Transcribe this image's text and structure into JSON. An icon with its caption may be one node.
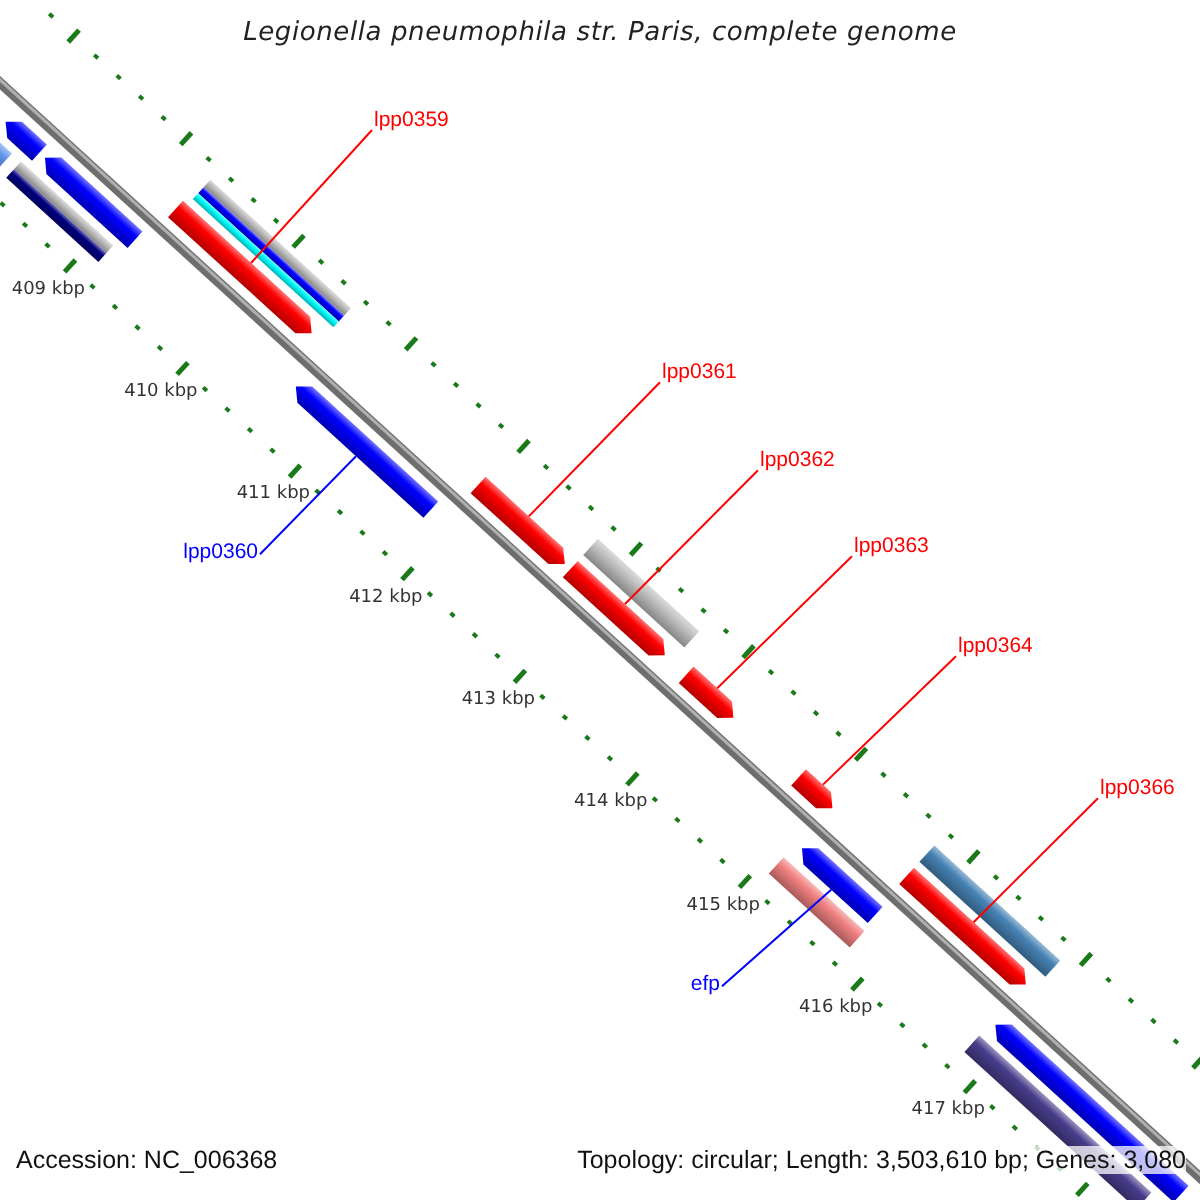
{
  "diagram": {
    "title": "Legionella pneumophila str. Paris, complete genome",
    "nodes": [
      {
        "text": [
          "lpp0359"
        ]
      },
      {
        "text": [],
        "shape": "arrow"
      },
      {
        "text": [
          "lpp0361"
        ]
      },
      {
        "text": [],
        "shape": "arrow"
      },
      {
        "text": [
          "lpp0362"
        ]
      },
      {
        "text": [],
        "shape": "arrow"
      },
      {
        "text": [
          "lpp0360"
        ]
      },
      {
        "text": [],
        "shape": "arrow"
      },
      {
        "text": [
          "lpp0363"
        ]
      },
      {
        "text": [],
        "shape": "arrow"
      },
      {
        "text": [
          "lpp0364"
        ]
      },
      {
        "text": [],
        "shape": "arrow"
      },
      {
        "text": [
          "lpp0366"
        ]
      },
      {
        "text": [],
        "shape": "arrow"
      },
      {
        "text": [
          "efp"
        ]
      },
      {
        "text": [],
        "shape": "arrow"
      },
      {
        "text": [],
        "shape": "arrow"
      },
      {
        "text": [],
        "shape": "bar"
      },
      {
        "text": [],
        "shape": "arrow"
      },
      {
        "text": [],
        "shape": "bar"
      },
      {
        "text": [],
        "shape": "bar"
      },
      {
        "text": [],
        "shape": "bar"
      },
      {
        "text": [],
        "shape": "bar"
      },
      {
        "text": [],
        "shape": "bar"
      },
      {
        "text": [],
        "shape": "bar"
      },
      {
        "text": [],
        "shape": "bar"
      },
      {
        "text": [],
        "shape": "bar"
      },
      {
        "text": [],
        "shape": "bar"
      },
      {
        "text": [],
        "shape": "arrow"
      }
    ],
    "edges": [
      {
        "from": 0,
        "to": 1,
        "arrow": "none"
      },
      {
        "from": 2,
        "to": 3,
        "arrow": "none"
      },
      {
        "from": 4,
        "to": 5,
        "arrow": "none"
      },
      {
        "from": 6,
        "to": 7,
        "arrow": "none",
        "color": "#0000ff"
      },
      {
        "from": 8,
        "to": 9,
        "arrow": "none"
      },
      {
        "from": 10,
        "to": 11,
        "arrow": "none"
      },
      {
        "from": 12,
        "to": 13,
        "arrow": "none"
      },
      {
        "from": 14,
        "to": 15,
        "arrow": "none",
        "color": "#0000ff"
      }
    ],
    "labels": [
      "409 kbp",
      "410 kbp",
      "411 kbp",
      "412 kbp",
      "413 kbp",
      "414 kbp",
      "415 kbp",
      "416 kbp",
      "417 kbp",
      "Accession: NC_006368",
      "Topology: circular; Length: 3,503,610 bp; Genes: 3,080"
    ]
  }
}
